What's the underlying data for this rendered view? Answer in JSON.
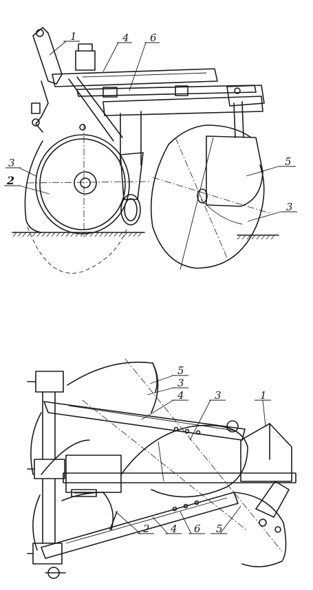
{
  "side_view": {
    "labels": {
      "part_1": "1",
      "part_2": "2",
      "part_3_left": "3",
      "part_3_right": "3",
      "part_4": "4",
      "part_5": "5",
      "part_6": "6"
    }
  },
  "top_view": {
    "labels": {
      "part_1": "1",
      "part_2": "2",
      "part_3_upper": "3",
      "part_3_center": "3",
      "part_4_upper": "4",
      "part_4_lower": "4",
      "part_5_upper": "5",
      "part_5_lower": "5",
      "part_6": "6"
    }
  }
}
